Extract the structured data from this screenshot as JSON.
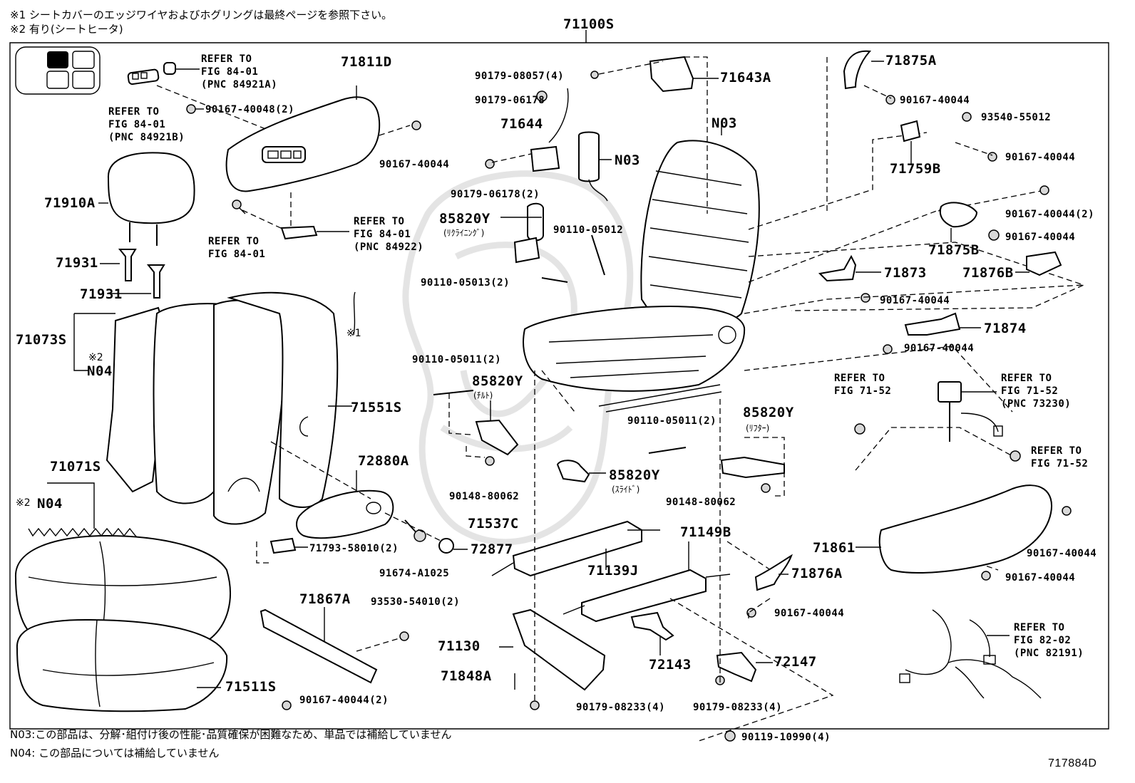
{
  "header": {
    "note1": "※1 シートカバーのエッジワイヤおよびホグリングは最終ページを参照下さい。",
    "note2": "※2 有り(シートヒータ)",
    "assembly_number": "71100S"
  },
  "footer": {
    "note_n03": "N03:この部品は、分解･組付け後の性能･品質確保が困難なため、単品では補給していません",
    "note_n04": "N04: この部品については補給していません",
    "illustration_number": "717884D"
  },
  "labels": {
    "l_71811D": "71811D",
    "l_refer_84921A": "REFER TO\nFIG 84-01\n(PNC 84921A)",
    "l_90167_40048": "90167-40048(2)",
    "l_refer_84921B": "REFER TO\nFIG 84-01\n(PNC 84921B)",
    "l_90167_40044_a": "90167-40044",
    "l_71910A": "71910A",
    "l_refer_84_01": "REFER TO\nFIG 84-01",
    "l_refer_84922": "REFER TO\nFIG 84-01\n(PNC 84922)",
    "l_71931_a": "71931",
    "l_71931_b": "71931",
    "l_71073S": "71073S",
    "l_note2_a": "※2",
    "l_N04_a": "N04",
    "l_note1": "※1",
    "l_71551S": "71551S",
    "l_71071S": "71071S",
    "l_note2_b": "※2",
    "l_N04_b": "N04",
    "l_72880A": "72880A",
    "l_71793": "71793-58010(2)",
    "l_91674": "91674-A1025",
    "l_72877": "72877",
    "l_71867A": "71867A",
    "l_93530": "93530-54010(2)",
    "l_71511S": "71511S",
    "l_90167_40044_2": "90167-40044(2)",
    "l_90179_08057": "90179-08057(4)",
    "l_71643A": "71643A",
    "l_90179_06178": "90179-06178",
    "l_71644": "71644",
    "l_N03_a": "N03",
    "l_N03_b": "N03",
    "l_90179_06178_2": "90179-06178(2)",
    "l_85820Y_a": "85820Y",
    "l_recl": "(ﾘｸﾗｲﾆﾝｸﾞ)",
    "l_90110_05012": "90110-05012",
    "l_90110_05013": "90110-05013(2)",
    "l_90110_05011_a": "90110-05011(2)",
    "l_85820Y_b": "85820Y",
    "l_tilt": "(ﾁﾙﾄ)",
    "l_90148_a": "90148-80062",
    "l_90110_05011_b": "90110-05011(2)",
    "l_85820Y_c": "85820Y",
    "l_lifter": "(ﾘﾌﾀｰ)",
    "l_85820Y_d": "85820Y",
    "l_slide": "(ｽﾗｲﾄﾞ)",
    "l_90148_b": "90148-80062",
    "l_71537C": "71537C",
    "l_71149B": "71149B",
    "l_71139J": "71139J",
    "l_71130": "71130",
    "l_71848A": "71848A",
    "l_72143": "72143",
    "l_72147": "72147",
    "l_90179_08233_a": "90179-08233(4)",
    "l_90179_08233_b": "90179-08233(4)",
    "l_90119": "90119-10990(4)",
    "l_71875A": "71875A",
    "l_90167_40044_b": "90167-40044",
    "l_93540": "93540-55012",
    "l_90167_40044_c": "90167-40044",
    "l_71759B": "71759B",
    "l_90167_40044_d": "90167-40044(2)",
    "l_90167_40044_e": "90167-40044",
    "l_71875B": "71875B",
    "l_71876B": "71876B",
    "l_71873": "71873",
    "l_90167_40044_f": "90167-40044",
    "l_71874": "71874",
    "l_90167_40044_g": "90167-40044",
    "l_refer_71_52_a": "REFER TO\nFIG 71-52",
    "l_refer_73230": "REFER TO\nFIG 71-52\n(PNC 73230)",
    "l_refer_71_52_b": "REFER TO\nFIG 71-52",
    "l_71861": "71861",
    "l_90167_40044_h": "90167-40044",
    "l_90167_40044_i": "90167-40044",
    "l_71876A": "71876A",
    "l_90167_40044_j": "90167-40044",
    "l_refer_82191": "REFER TO\nFIG 82-02\n(PNC 82191)"
  },
  "icons": {
    "seat_position_icon": "seat-row-position-icon",
    "watermark": "faded-crest-watermark"
  }
}
